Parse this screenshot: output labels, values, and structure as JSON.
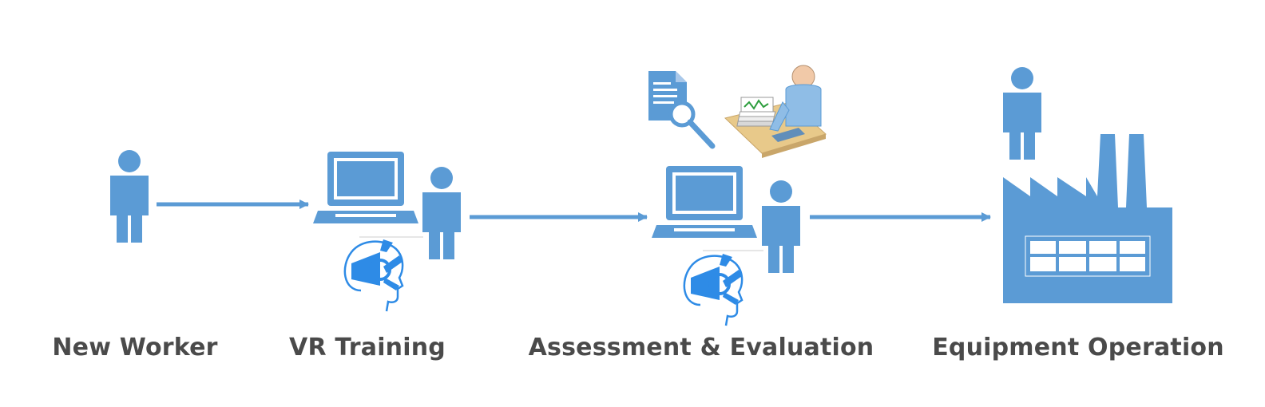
{
  "stages": [
    {
      "label": "New Worker"
    },
    {
      "label": "VR Training"
    },
    {
      "label": "Assessment & Evaluation"
    },
    {
      "label": "Equipment Operation"
    }
  ],
  "colors": {
    "primary": "#5b9bd5",
    "vr": "#2e8be6",
    "label": "#4a4a4a",
    "desk": "#e8c98a"
  },
  "icons": [
    "person-icon",
    "laptop-icon",
    "vr-headset-icon",
    "document-search-icon",
    "analyst-desk-icon",
    "factory-icon",
    "arrow-icon"
  ]
}
